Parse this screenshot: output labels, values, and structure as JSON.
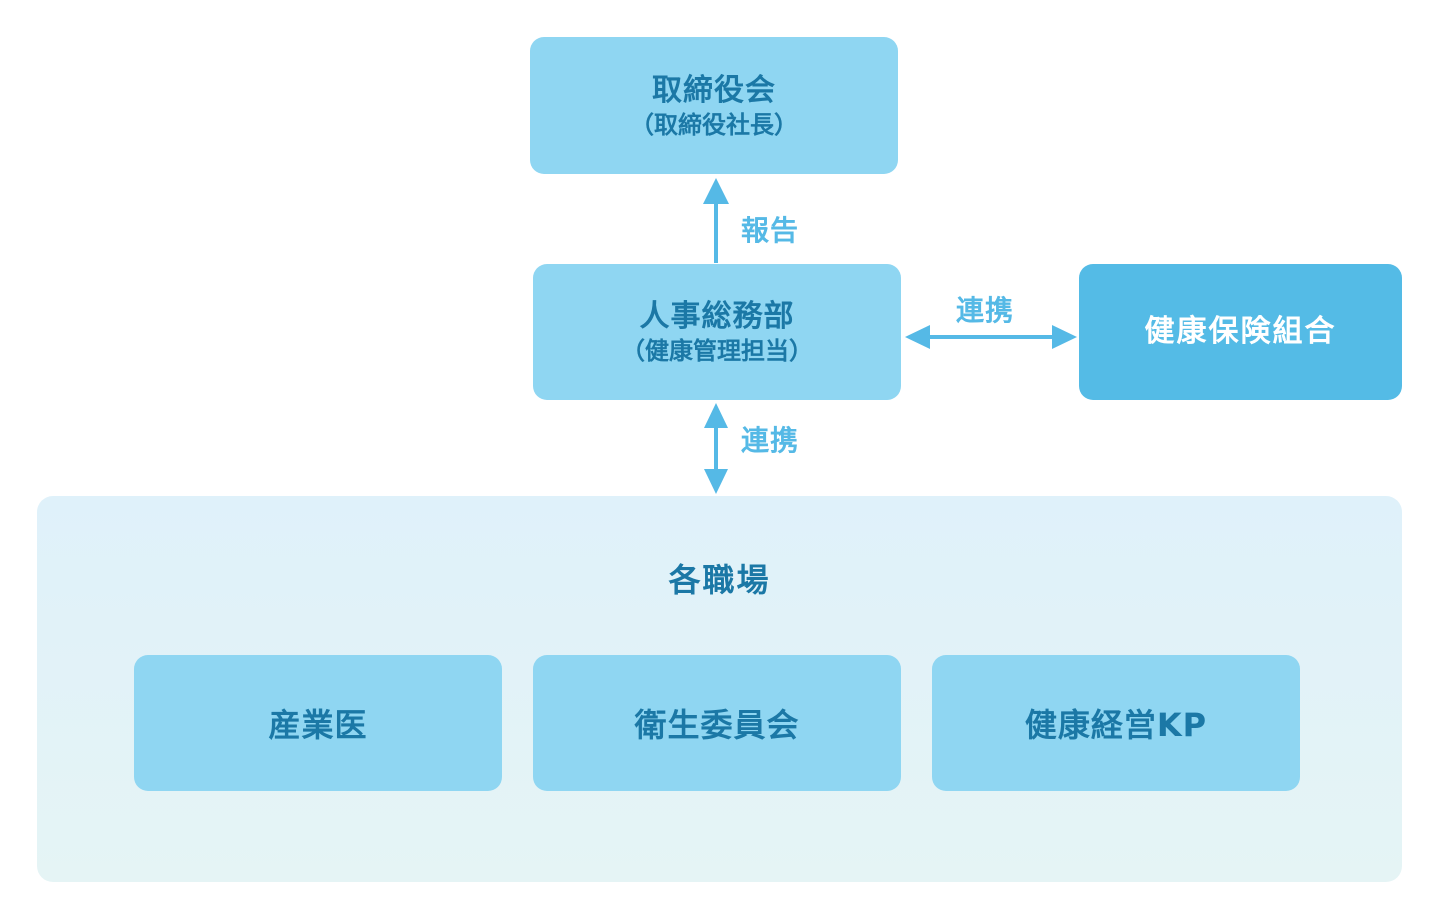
{
  "board": {
    "title": "取締役会",
    "subtitle": "（取締役社長）"
  },
  "hr": {
    "title": "人事総務部",
    "subtitle": "（健康管理担当）"
  },
  "insurance": {
    "title": "健康保険組合"
  },
  "arrows": {
    "report_label": "報告",
    "hr_insurance_label": "連携",
    "hr_workplace_label": "連携"
  },
  "workplace": {
    "title": "各職場",
    "units": [
      "産業医",
      "衛生委員会",
      "健康経営KP"
    ]
  },
  "colors": {
    "box": "#8fd6f2",
    "box_dark": "#54bbe6",
    "text": "#1b78a6",
    "arrow": "#55b9e6",
    "container_top": "#dff1fa",
    "container_bottom": "#e5f4f5"
  }
}
